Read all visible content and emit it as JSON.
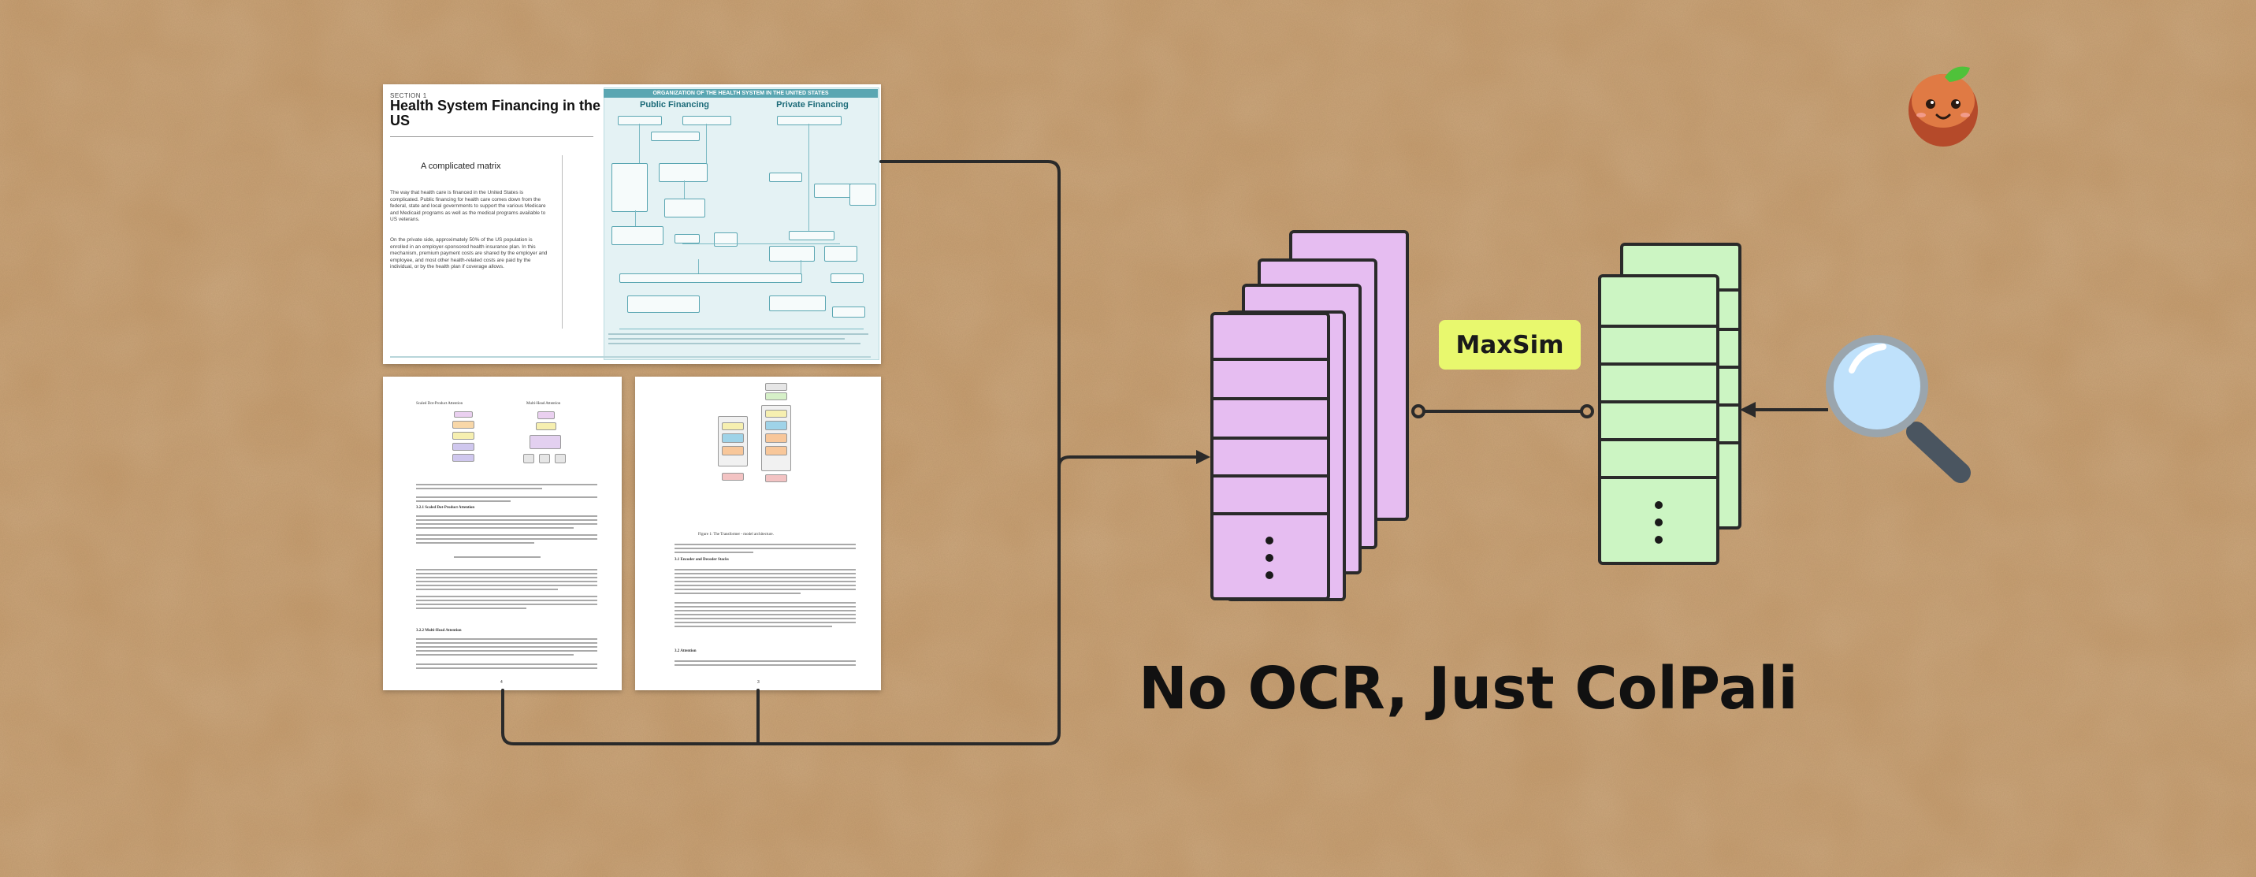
{
  "headline": "No OCR, Just ColPali",
  "maxsim_label": "MaxSim",
  "colors": {
    "background": "#c49a6c",
    "page_embedding": "#e6bdf1",
    "query_embedding": "#ccf5c3",
    "maxsim_badge": "#e8f86e",
    "stroke": "#2a2a2a"
  },
  "documents": {
    "health": {
      "section": "SECTION 1",
      "title": "Health System Financing in the US",
      "subtitle": "A complicated matrix",
      "paragraph1": "The way that health care is financed in the United States is complicated. Public financing for health care comes down from the federal, state and local governments to support the various Medicare and Medicaid programs as well as the medical programs available to US veterans.",
      "paragraph2": "On the private side, approximately 50% of the US population is enrolled in an employer-sponsored health insurance plan. In this mechanism, premium payment costs are shared by the employer and employee, and most other health-related costs are paid by the individual, or by the health plan if coverage allows.",
      "panel_title": "ORGANIZATION OF THE HEALTH SYSTEM IN THE UNITED STATES",
      "public_label": "Public Financing",
      "private_label": "Private Financing"
    },
    "attention": {
      "figure_left_label": "Scaled Dot-Product Attention",
      "figure_right_label": "Multi-Head Attention",
      "subsection1": "3.2.1   Scaled Dot-Product Attention",
      "subsection2": "3.2.2   Multi-Head Attention",
      "page_number": "4"
    },
    "transformer": {
      "caption": "Figure 1: The Transformer - model architecture.",
      "subsection1": "3.1   Encoder and Decoder Stacks",
      "subsection2": "3.2   Attention",
      "page_number": "3"
    }
  },
  "icons": {
    "mascot": "coconut-mascot-icon",
    "search": "magnifying-glass-icon",
    "ellipsis": "vertical-ellipsis-icon"
  }
}
